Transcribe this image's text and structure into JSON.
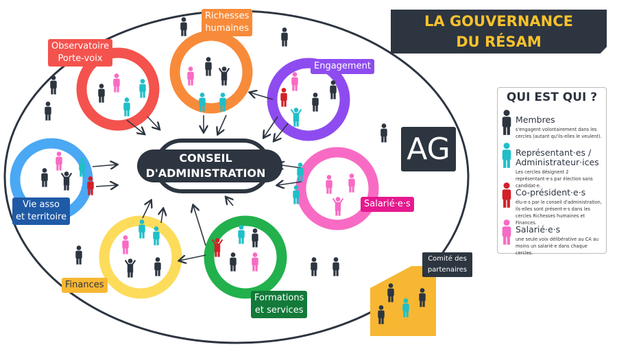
{
  "title": {
    "line1": "LA GOUVERNANCE",
    "line2": "DU RÉSAM"
  },
  "ag": "AG",
  "council": {
    "line1": "CONSEIL",
    "line2": "D'ADMINISTRATION"
  },
  "circles": [
    {
      "label1": "Observatoire",
      "label2": "Porte-voix",
      "color": "#f4524d"
    },
    {
      "label1": "Richesses",
      "label2": "humaines",
      "color": "#f78b3a"
    },
    {
      "label1": "Engagement",
      "label2": "",
      "color": "#8e4cf0"
    },
    {
      "label1": "Vie asso",
      "label2": "et territoire",
      "color": "#4aa8f4"
    },
    {
      "label1": "Salarié·e·s",
      "label2": "",
      "color": "#f86bc4"
    },
    {
      "label1": "Finances",
      "label2": "",
      "color": "#fddc5c"
    },
    {
      "label1": "Formations",
      "label2": "et services",
      "color": "#22b14c"
    }
  ],
  "partners": {
    "line1": "Comité des",
    "line2": "partenaires"
  },
  "legend": {
    "title": "QUI EST QUI ?",
    "items": [
      {
        "name": "Membres",
        "desc": "s'engagent volontairement dans les cercles (autant qu'ils·elles le veulent).",
        "color": "#2d3540"
      },
      {
        "name": "Représentant·es / Administrateur·ices",
        "desc": "Les cercles désignent 2 représentant·e·s par élection sans candidat·e.",
        "color": "#1fbfc9"
      },
      {
        "name": "Co-président·e·s",
        "desc": "élu·e·s par le conseil d'administration, ils·elles sont présent·e·s dans les cercles Richesses humaines et Finances.",
        "color": "#d32027"
      },
      {
        "name": "Salarié·e·s",
        "desc": "une seule voix délibérative au CA au moins un salarié·e dans chaque cercles.",
        "color": "#f86bc4"
      }
    ]
  }
}
